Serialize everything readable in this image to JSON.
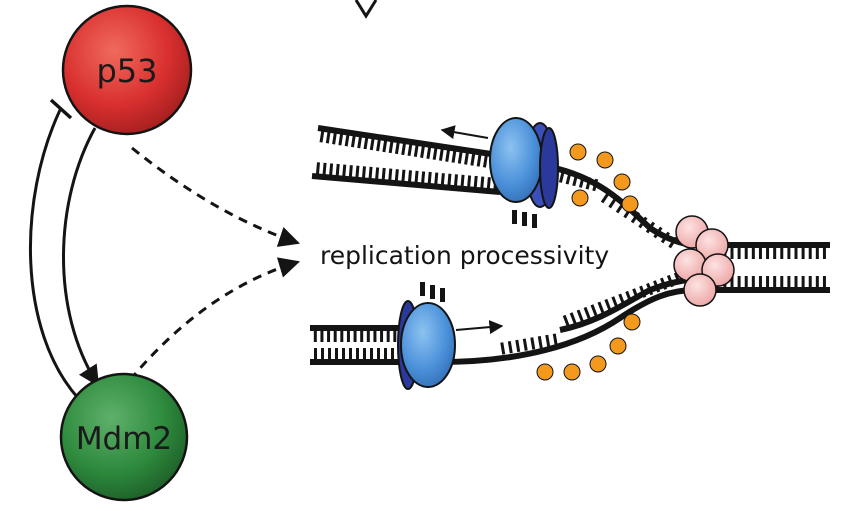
{
  "nodes": {
    "p53": {
      "label": "p53",
      "color": "#d9302f"
    },
    "mdm2": {
      "label": "Mdm2",
      "color": "#2e8b3d"
    }
  },
  "process_label": "replication processivity",
  "colors": {
    "dna_strand": "#141414",
    "polymerase": "#4a90d9",
    "clamp": "#2b3a9a",
    "ssb_protein": "#f39a1e",
    "helicase": "#f3b3b3"
  }
}
